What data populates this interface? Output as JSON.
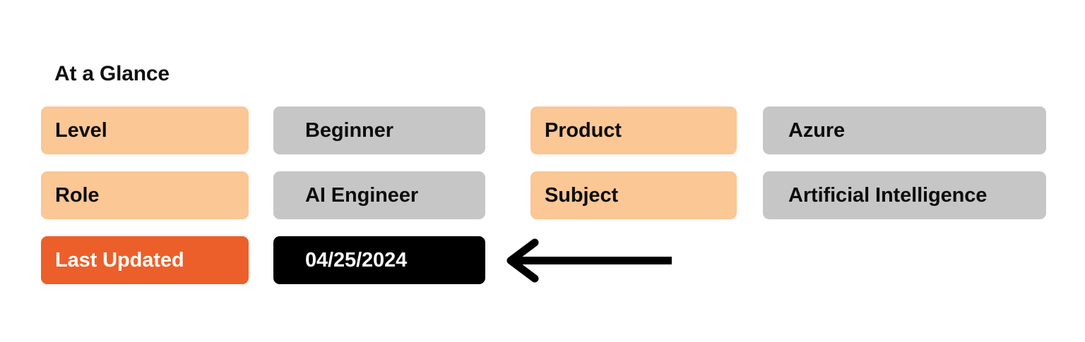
{
  "page": {
    "title": "At a Glance",
    "background": "#ffffff"
  },
  "colors": {
    "peach": "#fac795",
    "gray": "#c6c6c6",
    "orange": "#ec5f2a",
    "black": "#000000",
    "text_dark": "#0d0d0d",
    "text_light": "#ffffff"
  },
  "glance": {
    "rows": [
      {
        "left": {
          "label": "Level",
          "value": "Beginner"
        },
        "right": {
          "label": "Product",
          "value": "Azure"
        }
      },
      {
        "left": {
          "label": "Role",
          "value": "AI Engineer"
        },
        "right": {
          "label": "Subject",
          "value": "Artificial Intelligence"
        }
      },
      {
        "left": {
          "label": "Last Updated",
          "value": "04/25/2024"
        },
        "right": {
          "label": "",
          "value": ""
        }
      }
    ]
  },
  "annotation": {
    "arrow": {
      "icon": "arrow-left-icon",
      "direction": "left",
      "color": "#000000",
      "points_to": "04/25/2024"
    }
  }
}
